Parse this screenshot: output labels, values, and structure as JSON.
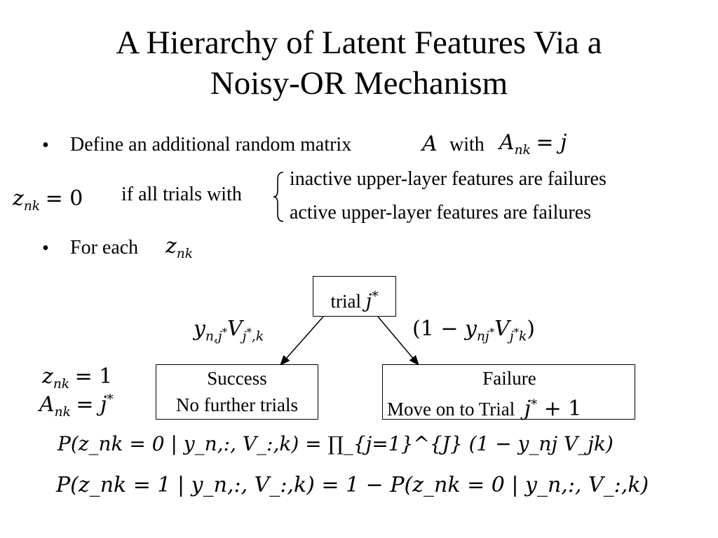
{
  "slide": {
    "title_line1": "A Hierarchy of Latent Features Via a",
    "title_line2": "Noisy-OR Mechanism",
    "bullet_char": "•",
    "bullet1": {
      "text": "Define an additional random matrix",
      "matrix_symbol": "A",
      "with": "with",
      "eq_lhs": "A",
      "eq_sub": "nk",
      "eq_rhs": "= j"
    },
    "condition": {
      "z": "z",
      "z_sub": "nk",
      "z_rhs": "= 0",
      "text": "if all trials with",
      "case1": "inactive upper-layer features are failures",
      "case2": "active upper-layer features are failures"
    },
    "bullet2": {
      "text": "For each",
      "z": "z",
      "z_sub": "nk"
    },
    "tree": {
      "root_text": "trial",
      "root_var": "j",
      "root_sup": "*",
      "left_edge": {
        "y": "y",
        "y_sub": "n,j",
        "y_sub_sup": "*",
        "V": "V",
        "V_sub": "j",
        "V_sub_sup": "*",
        "V_sub_tail": ",k"
      },
      "right_edge": {
        "open": "(1 − ",
        "y": "y",
        "y_sub": "nj",
        "y_sub_sup": "*",
        "V": "V",
        "V_sub": "j",
        "V_sub_sup": "*",
        "V_sub_tail": "k",
        "close": ")"
      },
      "success_line1": "Success",
      "success_line2": "No further trials",
      "failure_line1": "Failure",
      "failure_line2": "Move on to Trial",
      "failure_var": "j",
      "failure_sup": "*",
      "failure_tail": " + 1"
    },
    "success_eqs": {
      "z": "z",
      "z_sub": "nk",
      "z_rhs": "= 1",
      "A": "A",
      "A_sub": "nk",
      "A_rhs": "= j",
      "A_sup": "*"
    },
    "formula1": "P(z_nk = 0 | y_n,:, V_:,k) = ∏_{j=1}^{J} (1 − y_nj V_jk)",
    "formula2": "P(z_nk = 1 | y_n,:, V_:,k) = 1 − P(z_nk = 0 | y_n,:, V_:,k)"
  }
}
